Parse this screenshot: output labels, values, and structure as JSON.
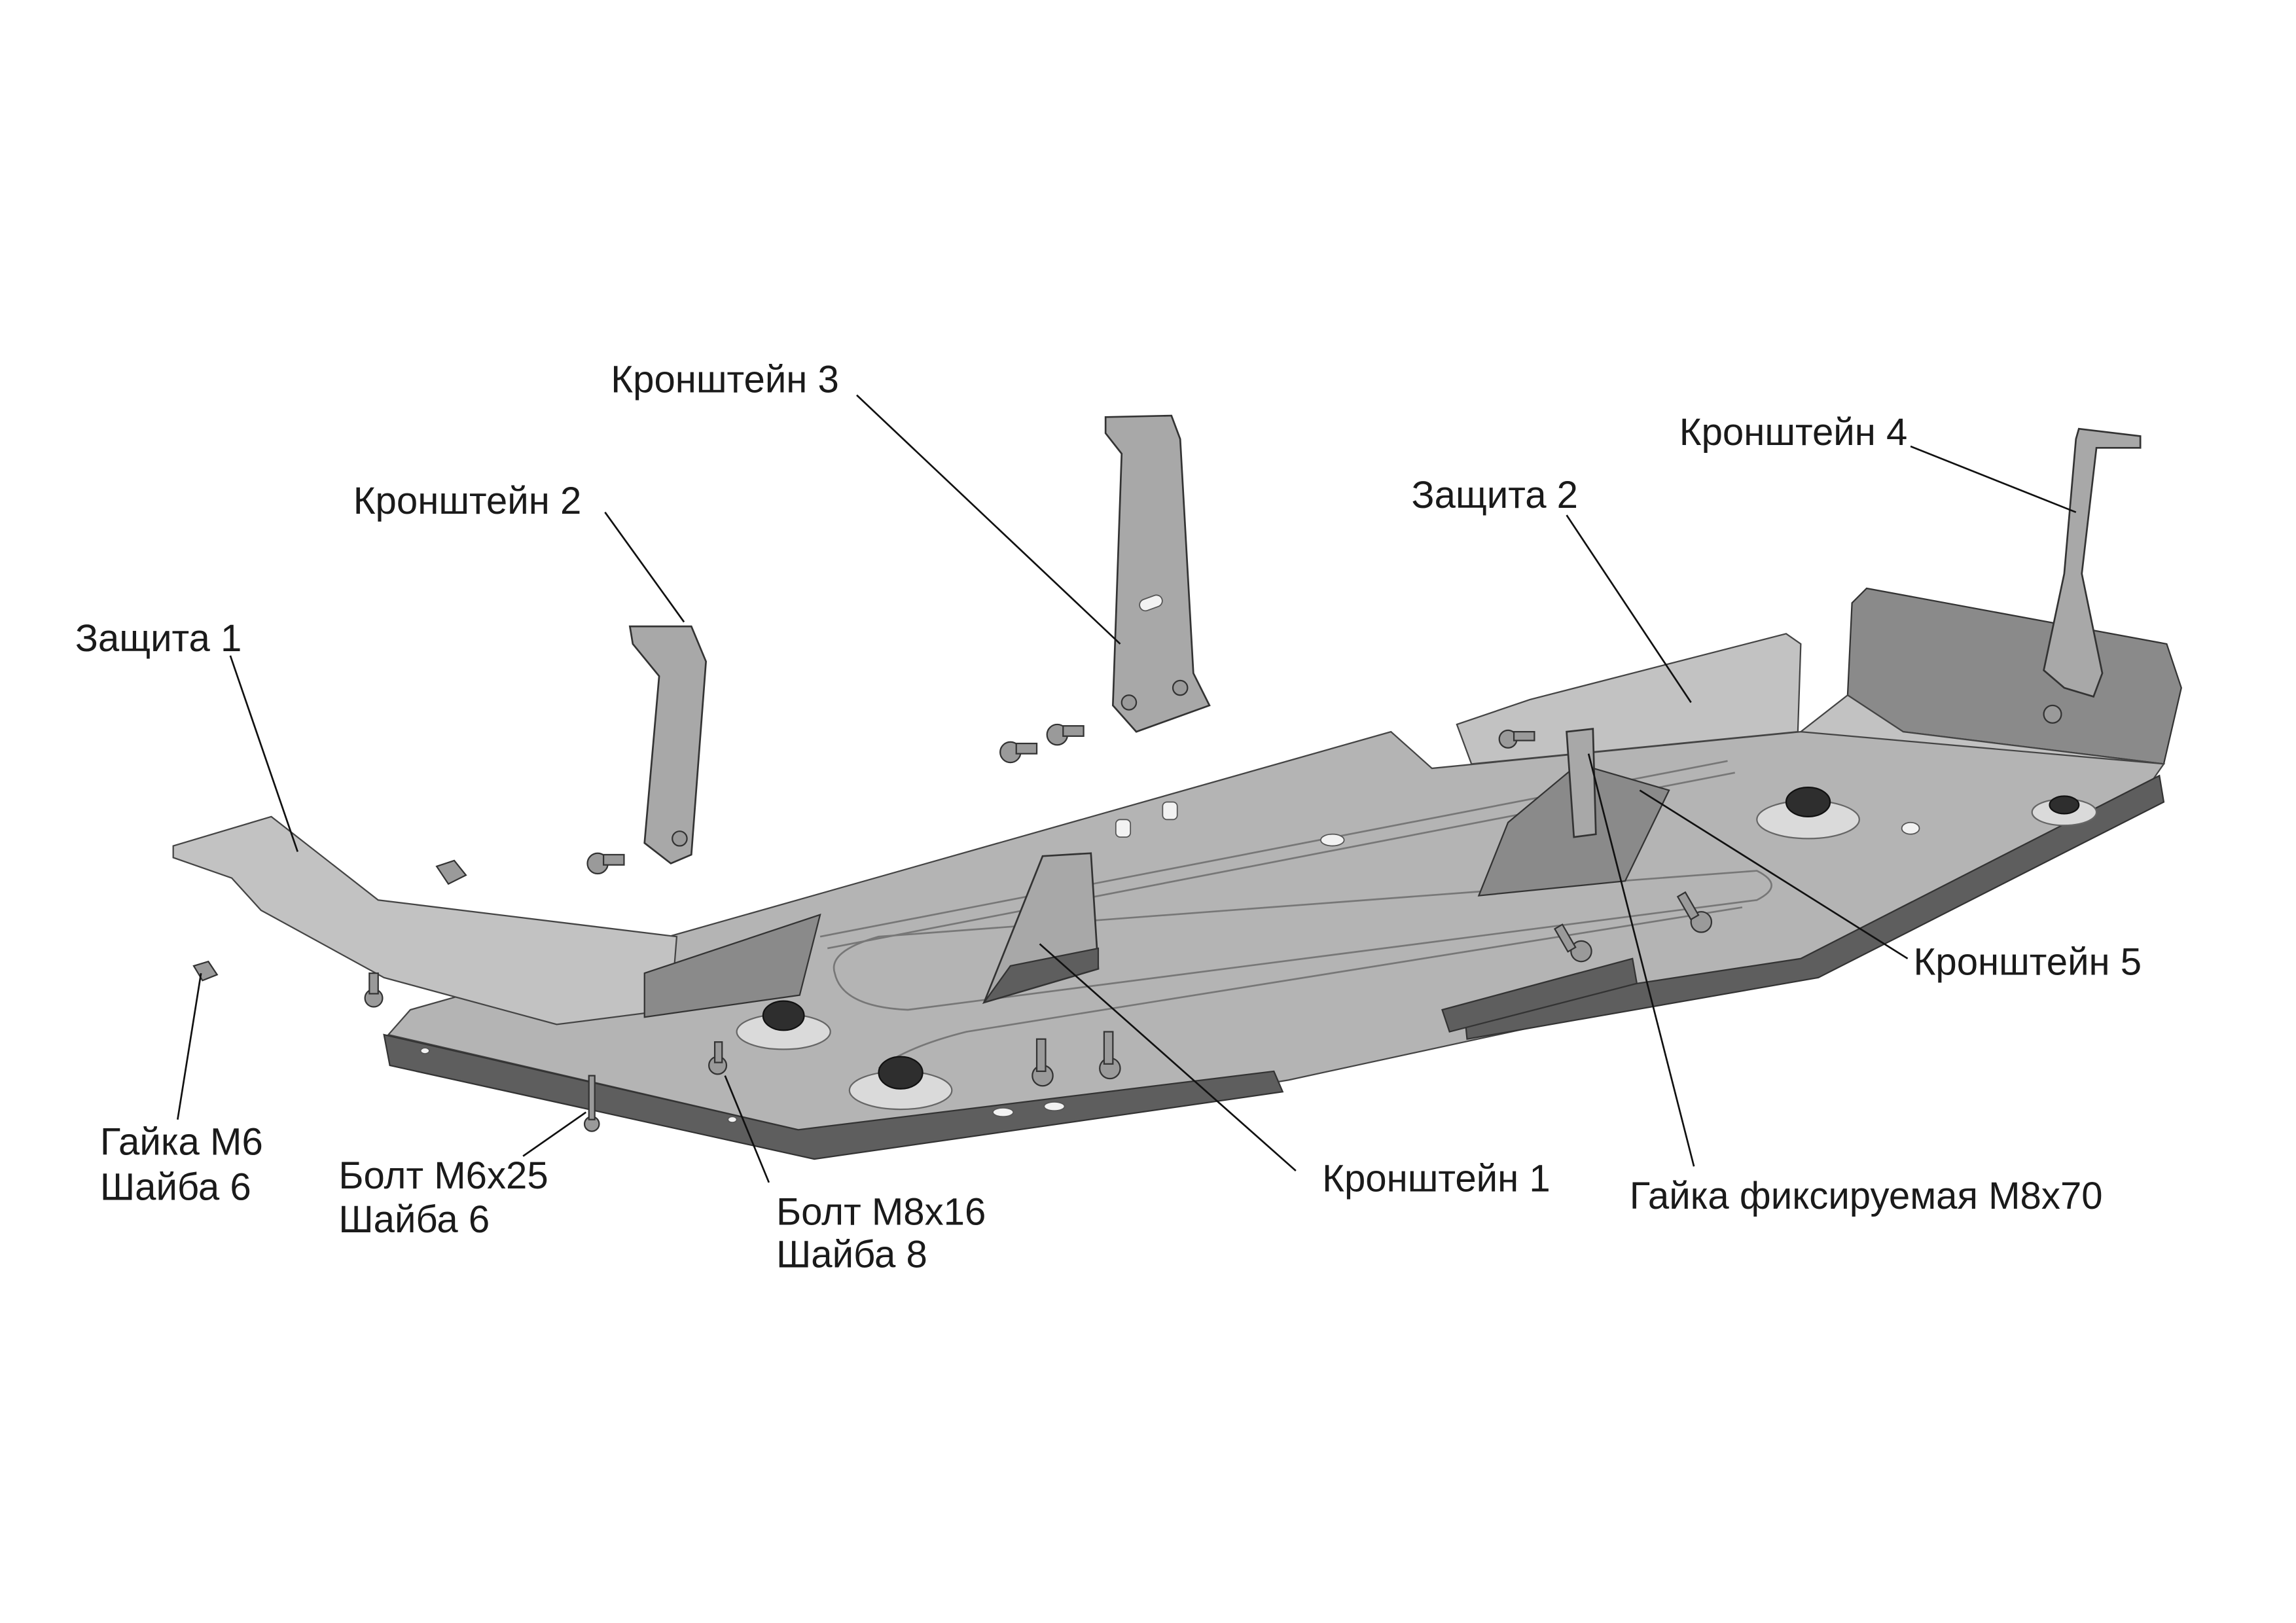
{
  "diagram": {
    "title": "Exploded assembly diagram of underbody protection",
    "labels": {
      "bracket3": "Кронштейн 3",
      "bracket2": "Кронштейн 2",
      "guard1": "Защита 1",
      "guard2": "Защита 2",
      "bracket4": "Кронштейн 4",
      "bracket5": "Кронштейн 5",
      "bracket1": "Кронштейн 1",
      "nut_m6": "Гайка М6",
      "washer6_a": "Шайба 6",
      "bolt_m6x25": "Болт М6х25",
      "washer6_b": "Шайба 6",
      "bolt_m8x16": "Болт М8х16",
      "washer8": "Шайба 8",
      "fixed_nut": "Гайка фиксируемая М8х70"
    },
    "colors": {
      "metal": "#b4b4b4",
      "metal_dark": "#5e5e5e",
      "rubber": "#2e2e2e",
      "text": "#1a1a1a"
    }
  }
}
